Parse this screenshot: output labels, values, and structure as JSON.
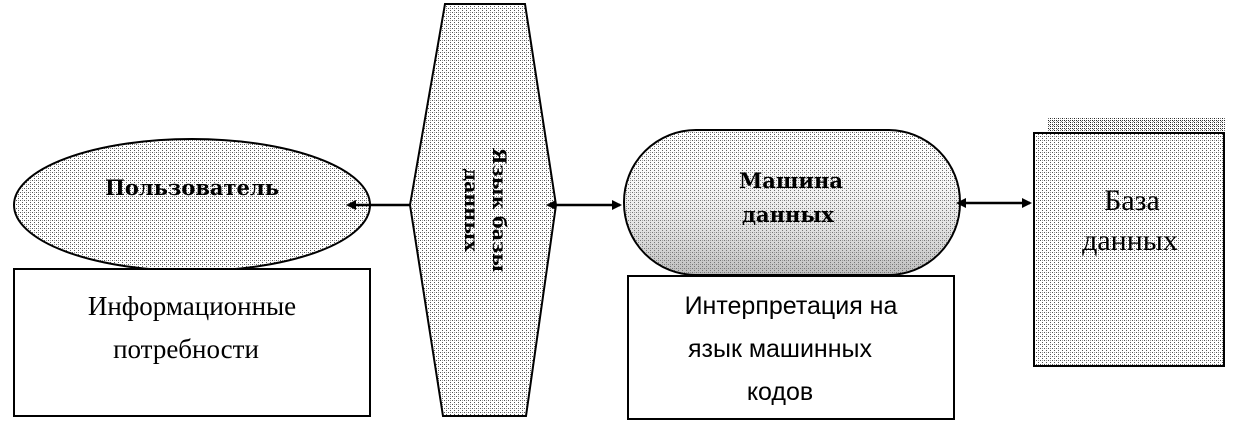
{
  "nodes": {
    "user": {
      "label": "Пользователь",
      "caption_line1": "Информационные",
      "caption_line2": "потребности"
    },
    "language": {
      "line1": "Язык базы",
      "line2": "данных"
    },
    "machine": {
      "line1": "Машина",
      "line2": "данных",
      "caption_line1": "Интерпретация на",
      "caption_line2": "язык машинных",
      "caption_line3": "кодов"
    },
    "database": {
      "line1": "База",
      "line2": "данных"
    }
  },
  "colors": {
    "stroke": "#000000",
    "fill_dither": "#cfcfcf",
    "background": "#ffffff"
  }
}
